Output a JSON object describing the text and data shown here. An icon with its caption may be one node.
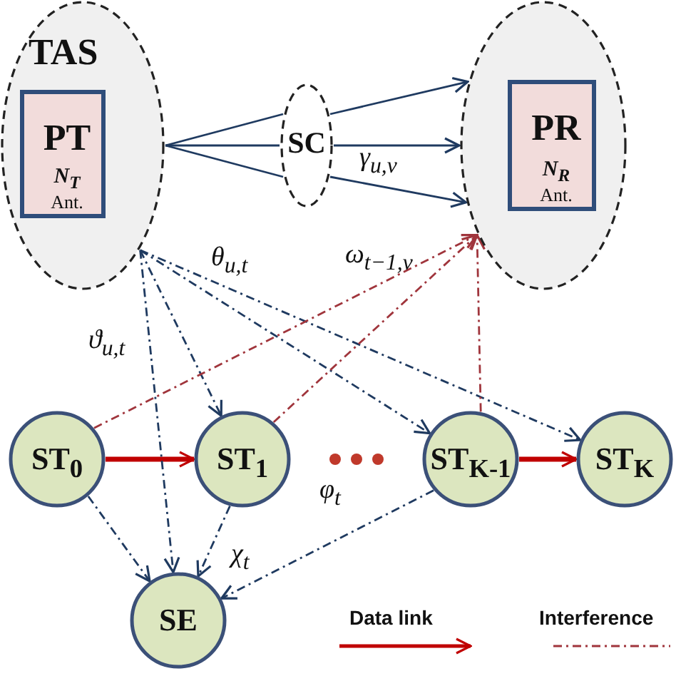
{
  "diagram": {
    "nodes": [
      {
        "text": [
          "TAS"
        ]
      },
      {
        "text": [
          "PT",
          "N$_{T}$",
          "Ant."
        ],
        "in": 0
      },
      {
        "text": [
          "SC"
        ]
      },
      {
        "text": [],
        "shape": "ellipse"
      },
      {
        "text": [
          "PR",
          "N$_{R}$",
          "Ant."
        ],
        "in": 3
      },
      {
        "text": [
          "ST$_{0}$"
        ]
      },
      {
        "text": [
          "ST$_{1}$"
        ]
      },
      {
        "text": [
          "ST$_{K-1}$"
        ]
      },
      {
        "text": [
          "ST$_{K}$"
        ]
      },
      {
        "text": [
          "SE"
        ]
      }
    ],
    "edges": [
      {
        "from": 0,
        "to": 2,
        "arrow": "none"
      },
      {
        "from": 0,
        "to": 2,
        "arrow": "none"
      },
      {
        "from": 0,
        "to": 2,
        "arrow": "none"
      },
      {
        "from": 2,
        "to": 3,
        "arrow": "to"
      },
      {
        "from": 2,
        "to": 3,
        "arrow": "to"
      },
      {
        "from": 2,
        "to": 3,
        "arrow": "to"
      },
      {
        "from": 5,
        "to": 6,
        "arrow": "to",
        "style": "thick",
        "color": "#c00000"
      },
      {
        "from": 7,
        "to": 8,
        "arrow": "to",
        "style": "thick",
        "color": "#c00000"
      },
      {
        "from": 0,
        "to": 6,
        "arrow": "to",
        "style": "dashed"
      },
      {
        "from": 0,
        "to": 7,
        "arrow": "to",
        "style": "dashed"
      },
      {
        "from": 0,
        "to": 8,
        "arrow": "to",
        "style": "dashed"
      },
      {
        "from": 0,
        "to": 9,
        "arrow": "to",
        "style": "dashed"
      },
      {
        "from": 5,
        "to": 3,
        "arrow": "to",
        "style": "dashed",
        "color": "#a0353c"
      },
      {
        "from": 6,
        "to": 3,
        "arrow": "to",
        "style": "dashed",
        "color": "#a0353c"
      },
      {
        "from": 7,
        "to": 3,
        "arrow": "to",
        "style": "dashed",
        "color": "#a0353c"
      },
      {
        "from": 5,
        "to": 9,
        "arrow": "to",
        "style": "dashed"
      },
      {
        "from": 6,
        "to": 9,
        "arrow": "to",
        "style": "dashed"
      },
      {
        "from": 7,
        "to": 9,
        "arrow": "to",
        "style": "dashed"
      }
    ],
    "labels": [
      "γ$_{u,v}$",
      "θ$_{u,t}$",
      "ω$_{t−1,v}$",
      "ϑ$_{u,t}$",
      "φ$_{t}$",
      "χ$_{t}$"
    ],
    "legend": [
      {
        "text": "Data link"
      },
      {
        "text": "Interference"
      }
    ]
  }
}
